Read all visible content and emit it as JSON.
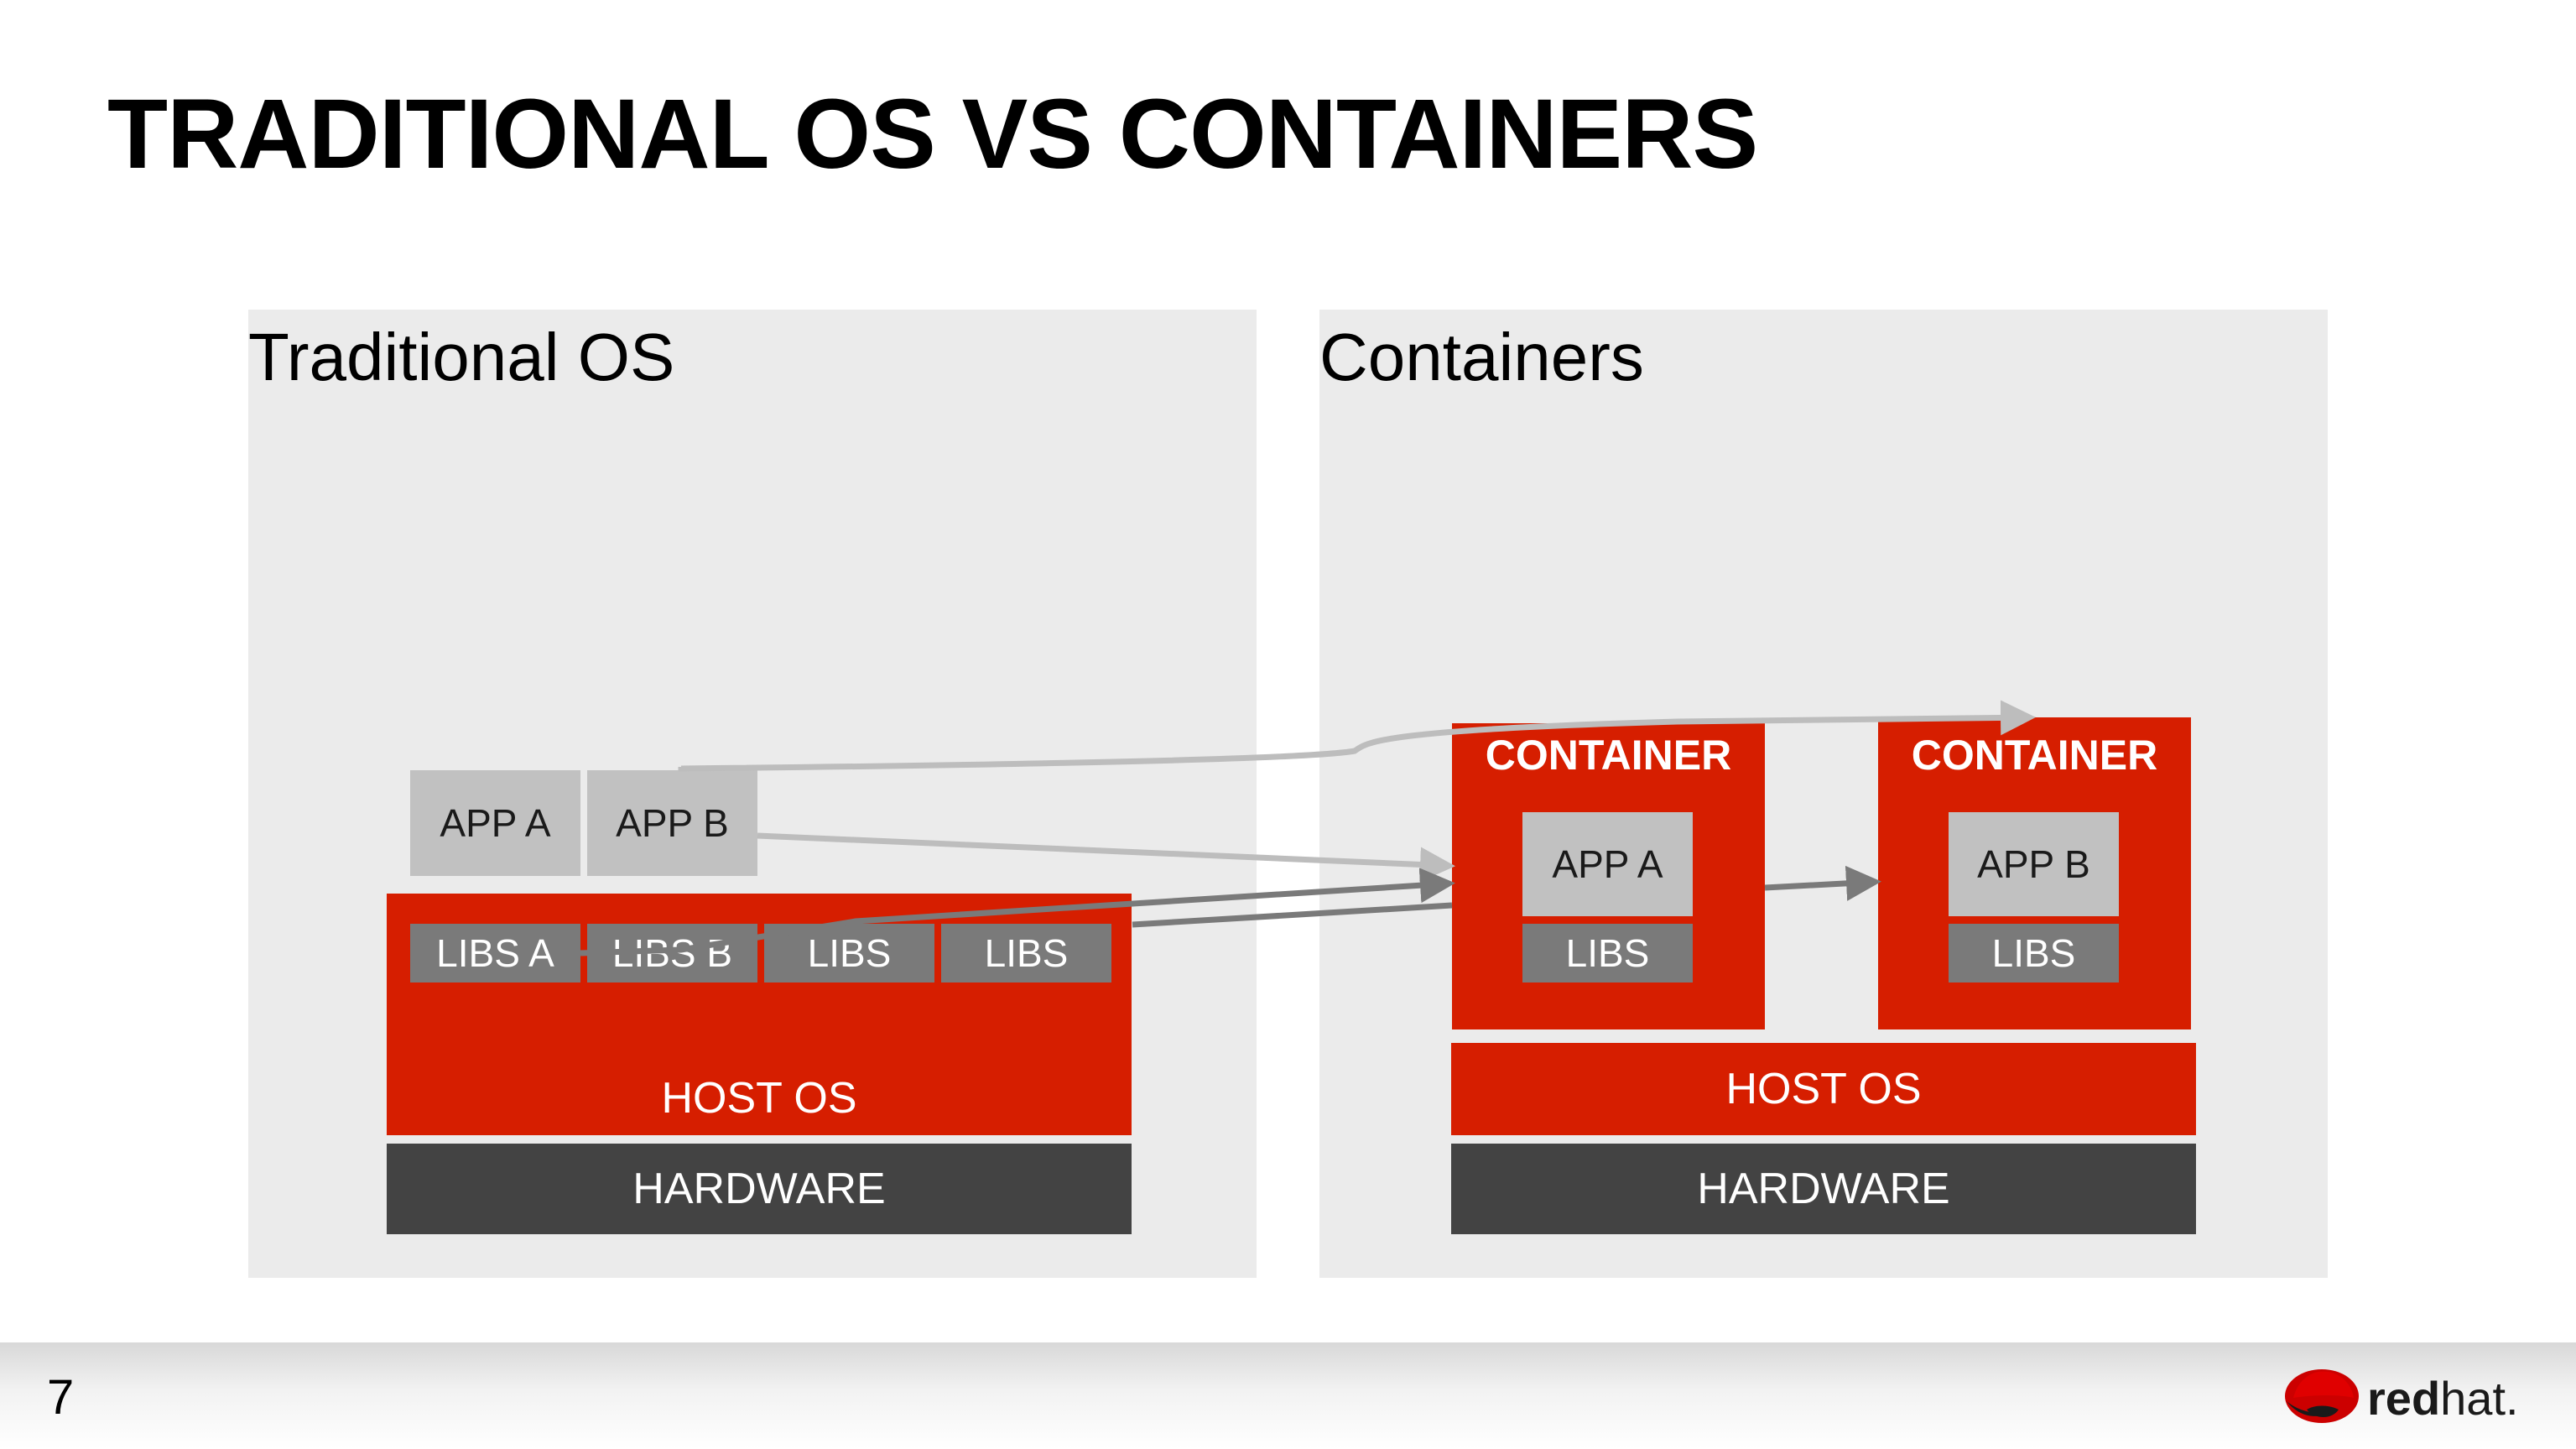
{
  "slide": {
    "title": "TRADITIONAL OS VS CONTAINERS",
    "page_number": "7"
  },
  "traditional": {
    "heading": "Traditional OS",
    "apps": [
      "APP A",
      "APP B"
    ],
    "libs": [
      "LIBS A",
      "LIBS B",
      "LIBS",
      "LIBS"
    ],
    "host_os": "HOST OS",
    "hardware": "HARDWARE"
  },
  "containers": {
    "heading": "Containers",
    "container_label": "CONTAINER",
    "container_a": {
      "label": "CONTAINER",
      "app": "APP A",
      "libs": "LIBS"
    },
    "container_b": {
      "label": "CONTAINER",
      "app": "APP B",
      "libs": "LIBS"
    },
    "host_os": "HOST OS",
    "hardware": "HARDWARE"
  },
  "logo": {
    "name": "redhat-logo-icon",
    "text_bold": "red",
    "text_light": "hat."
  },
  "colors": {
    "red": "#d61e00",
    "app_gray": "#c1c1c1",
    "libs_gray": "#7a7a7a",
    "hardware_dark": "#434343",
    "panel_bg": "#ebebeb"
  }
}
